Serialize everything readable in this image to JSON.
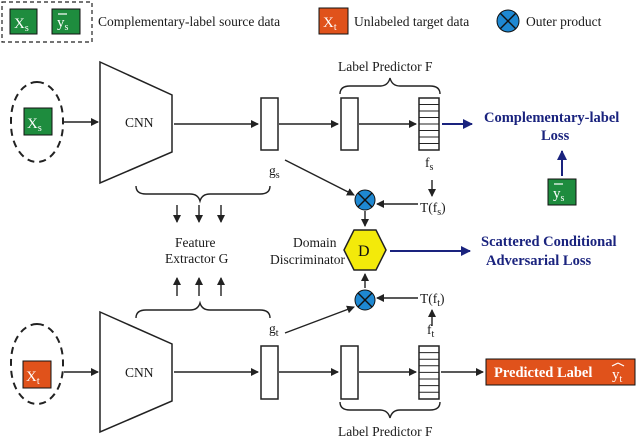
{
  "legend": {
    "source_label": "Complementary-label source data",
    "target_label": "Unlabeled target data",
    "outer_label": "Outer product",
    "source_symbol": "X",
    "source_symbol_sub": "s",
    "ybar_symbol": "y",
    "ybar_sub": "s",
    "target_symbol": "X",
    "target_symbol_sub": "t"
  },
  "source_branch": {
    "input_symbol": "X",
    "input_sub": "s",
    "cnn_label": "CNN",
    "feature_symbol": "g",
    "feature_sub": "s",
    "predictor_label": "Label Predictor F",
    "output_symbol": "f",
    "output_sub": "s",
    "transform_label": "T(f",
    "transform_sub": "s",
    "transform_close": ")",
    "loss_line1": "Complementary-label",
    "loss_line2": "Loss",
    "ybar_symbol": "y",
    "ybar_sub": "s"
  },
  "middle": {
    "feature_extractor_line1": "Feature",
    "feature_extractor_line2": "Extractor G",
    "domain_line1": "Domain",
    "domain_line2": "Discriminator",
    "discriminator_symbol": "D",
    "loss_line1": "Scattered Conditional",
    "loss_line2": "Adversarial Loss"
  },
  "target_branch": {
    "input_symbol": "X",
    "input_sub": "t",
    "cnn_label": "CNN",
    "feature_symbol": "g",
    "feature_sub": "t",
    "predictor_label": "Label Predictor F",
    "output_symbol": "f",
    "output_sub": "t",
    "transform_label": "T(f",
    "transform_sub": "t",
    "transform_close": ")",
    "predicted_label": "Predicted Label",
    "predicted_symbol": "y",
    "predicted_sub": "t"
  },
  "colors": {
    "source_green": "#1e8c3e",
    "target_orange": "#e0521b",
    "outer_blue": "#1e88d2",
    "discriminator_yellow": "#f3ea0a",
    "loss_blue": "#1a237e"
  }
}
